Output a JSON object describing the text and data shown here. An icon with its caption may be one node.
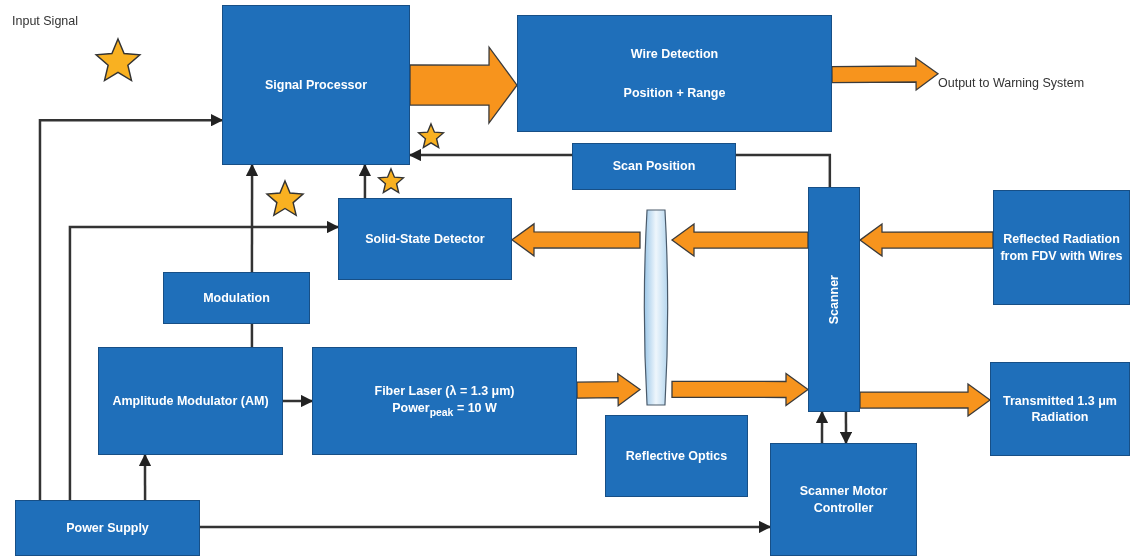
{
  "diagram": {
    "nodes": [
      {
        "text": [
          "Signal Processor"
        ]
      },
      {
        "text": [
          "Wire Detection",
          "Position + Range"
        ]
      },
      {
        "text": [
          "Output to Warning System"
        ]
      },
      {
        "text": [
          "Scan Position"
        ]
      },
      {
        "text": [
          "Solid-State Detector"
        ]
      },
      {
        "text": [],
        "shape": "lens"
      },
      {
        "text": [
          "Reflected Radiation from FDV with Wires"
        ]
      },
      {
        "text": [
          "Scanner"
        ]
      },
      {
        "text": [
          "Modulation"
        ]
      },
      {
        "text": [
          "Amplitude Modulator (AM)"
        ]
      },
      {
        "text": [
          "Fiber Laser (λ = 1.3 μm)",
          "Power$_{peak}$ = 10 W"
        ]
      },
      {
        "text": [
          "Reflective Optics"
        ]
      },
      {
        "text": [
          "Transmitted 1.3 μm Radiation"
        ]
      },
      {
        "text": [
          "Scanner Motor Controller"
        ]
      },
      {
        "text": [
          "Power Supply"
        ]
      }
    ],
    "edges": [
      {
        "from": 0,
        "to": 1,
        "arrow": "to",
        "style": "thick",
        "color": "#f7941d"
      },
      {
        "from": 1,
        "to": 2,
        "arrow": "to",
        "style": "thick",
        "color": "#f7941d"
      },
      {
        "from": 14,
        "to": 0,
        "arrow": "to"
      },
      {
        "from": 14,
        "to": 4,
        "arrow": "to"
      },
      {
        "from": 14,
        "to": 9,
        "arrow": "to"
      },
      {
        "from": 14,
        "to": 13,
        "arrow": "to"
      },
      {
        "from": 9,
        "to": 8,
        "arrow": "none"
      },
      {
        "from": 8,
        "to": 0,
        "arrow": "to"
      },
      {
        "from": 9,
        "to": 10,
        "arrow": "to"
      },
      {
        "from": 4,
        "to": 0,
        "arrow": "to"
      },
      {
        "from": 7,
        "to": 3,
        "arrow": "none"
      },
      {
        "from": 3,
        "to": 0,
        "arrow": "to"
      },
      {
        "from": 10,
        "to": 5,
        "arrow": "to",
        "style": "thick",
        "color": "#f7941d"
      },
      {
        "from": 5,
        "to": 7,
        "arrow": "to",
        "style": "thick",
        "color": "#f7941d"
      },
      {
        "from": 7,
        "to": 5,
        "arrow": "to",
        "style": "thick",
        "color": "#f7941d"
      },
      {
        "from": 5,
        "to": 4,
        "arrow": "to",
        "style": "thick",
        "color": "#f7941d"
      },
      {
        "from": 6,
        "to": 7,
        "arrow": "to",
        "style": "thick",
        "color": "#f7941d"
      },
      {
        "from": 7,
        "to": 12,
        "arrow": "to",
        "style": "thick",
        "color": "#f7941d"
      },
      {
        "from": 13,
        "to": 7,
        "arrow": "to"
      },
      {
        "from": 7,
        "to": 13,
        "arrow": "to"
      }
    ],
    "labels": [
      "Input Signal"
    ]
  }
}
